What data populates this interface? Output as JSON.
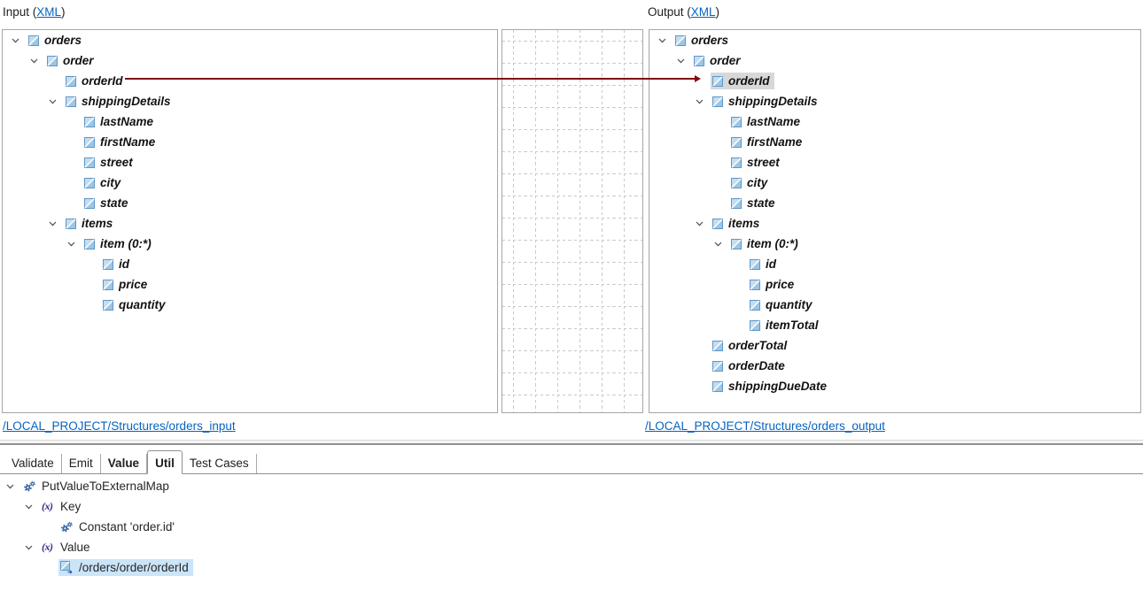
{
  "colors": {
    "link_blue": "#0563c1",
    "connector_red": "#7f0d0d",
    "selection_gray": "#d8d8d8",
    "selection_blue": "#cbe4f8",
    "panel_border": "#a6a6a6",
    "grid_line": "#c9c9c9"
  },
  "input_panel": {
    "title_prefix": "Input (",
    "title_link": "XML",
    "title_suffix": ")",
    "structure_link": "/LOCAL_PROJECT/Structures/orders_input",
    "tree": [
      {
        "label": "orders",
        "level": 0,
        "chevron": true,
        "icon": "element"
      },
      {
        "label": "order",
        "level": 1,
        "chevron": true,
        "icon": "element"
      },
      {
        "label": "orderId",
        "level": 2,
        "chevron": false,
        "icon": "element"
      },
      {
        "label": "shippingDetails",
        "level": 2,
        "chevron": true,
        "icon": "element"
      },
      {
        "label": "lastName",
        "level": 3,
        "chevron": false,
        "icon": "element"
      },
      {
        "label": "firstName",
        "level": 3,
        "chevron": false,
        "icon": "element"
      },
      {
        "label": "street",
        "level": 3,
        "chevron": false,
        "icon": "element"
      },
      {
        "label": "city",
        "level": 3,
        "chevron": false,
        "icon": "element"
      },
      {
        "label": "state",
        "level": 3,
        "chevron": false,
        "icon": "element"
      },
      {
        "label": "items",
        "level": 2,
        "chevron": true,
        "icon": "element"
      },
      {
        "label": "item (0:*)",
        "level": 3,
        "chevron": true,
        "icon": "element"
      },
      {
        "label": "id",
        "level": 4,
        "chevron": false,
        "icon": "element"
      },
      {
        "label": "price",
        "level": 4,
        "chevron": false,
        "icon": "element"
      },
      {
        "label": "quantity",
        "level": 4,
        "chevron": false,
        "icon": "element"
      }
    ]
  },
  "output_panel": {
    "title_prefix": "Output (",
    "title_link": "XML",
    "title_suffix": ")",
    "structure_link": "/LOCAL_PROJECT/Structures/orders_output",
    "tree": [
      {
        "label": "orders",
        "level": 0,
        "chevron": true,
        "icon": "element"
      },
      {
        "label": "order",
        "level": 1,
        "chevron": true,
        "icon": "element"
      },
      {
        "label": "orderId",
        "level": 2,
        "chevron": false,
        "icon": "element",
        "highlight": "gray"
      },
      {
        "label": "shippingDetails",
        "level": 2,
        "chevron": true,
        "icon": "element"
      },
      {
        "label": "lastName",
        "level": 3,
        "chevron": false,
        "icon": "element"
      },
      {
        "label": "firstName",
        "level": 3,
        "chevron": false,
        "icon": "element"
      },
      {
        "label": "street",
        "level": 3,
        "chevron": false,
        "icon": "element"
      },
      {
        "label": "city",
        "level": 3,
        "chevron": false,
        "icon": "element"
      },
      {
        "label": "state",
        "level": 3,
        "chevron": false,
        "icon": "element"
      },
      {
        "label": "items",
        "level": 2,
        "chevron": true,
        "icon": "element"
      },
      {
        "label": "item (0:*)",
        "level": 3,
        "chevron": true,
        "icon": "element"
      },
      {
        "label": "id",
        "level": 4,
        "chevron": false,
        "icon": "element"
      },
      {
        "label": "price",
        "level": 4,
        "chevron": false,
        "icon": "element"
      },
      {
        "label": "quantity",
        "level": 4,
        "chevron": false,
        "icon": "element"
      },
      {
        "label": "itemTotal",
        "level": 4,
        "chevron": false,
        "icon": "element"
      },
      {
        "label": "orderTotal",
        "level": 2,
        "chevron": false,
        "icon": "element"
      },
      {
        "label": "orderDate",
        "level": 2,
        "chevron": false,
        "icon": "element"
      },
      {
        "label": "shippingDueDate",
        "level": 2,
        "chevron": false,
        "icon": "element"
      }
    ]
  },
  "mapping": {
    "source_label": "orderId",
    "target_label": "orderId"
  },
  "tabs": {
    "items": [
      {
        "label": "Validate",
        "active": false,
        "bold": false
      },
      {
        "label": "Emit",
        "active": false,
        "bold": false
      },
      {
        "label": "Value",
        "active": false,
        "bold": true
      },
      {
        "label": "Util",
        "active": true,
        "bold": true
      },
      {
        "label": "Test Cases",
        "active": false,
        "bold": false
      }
    ]
  },
  "util_tree": [
    {
      "label": "PutValueToExternalMap",
      "level": 0,
      "chevron": true,
      "icon": "gears"
    },
    {
      "label": "Key",
      "level": 1,
      "chevron": true,
      "icon": "fx"
    },
    {
      "label": "Constant 'order.id'",
      "level": 2,
      "chevron": false,
      "icon": "gears"
    },
    {
      "label": "Value",
      "level": 1,
      "chevron": true,
      "icon": "fx"
    },
    {
      "label": "/orders/order/orderId",
      "level": 2,
      "chevron": false,
      "icon": "element-ref",
      "highlight": "blue"
    }
  ]
}
